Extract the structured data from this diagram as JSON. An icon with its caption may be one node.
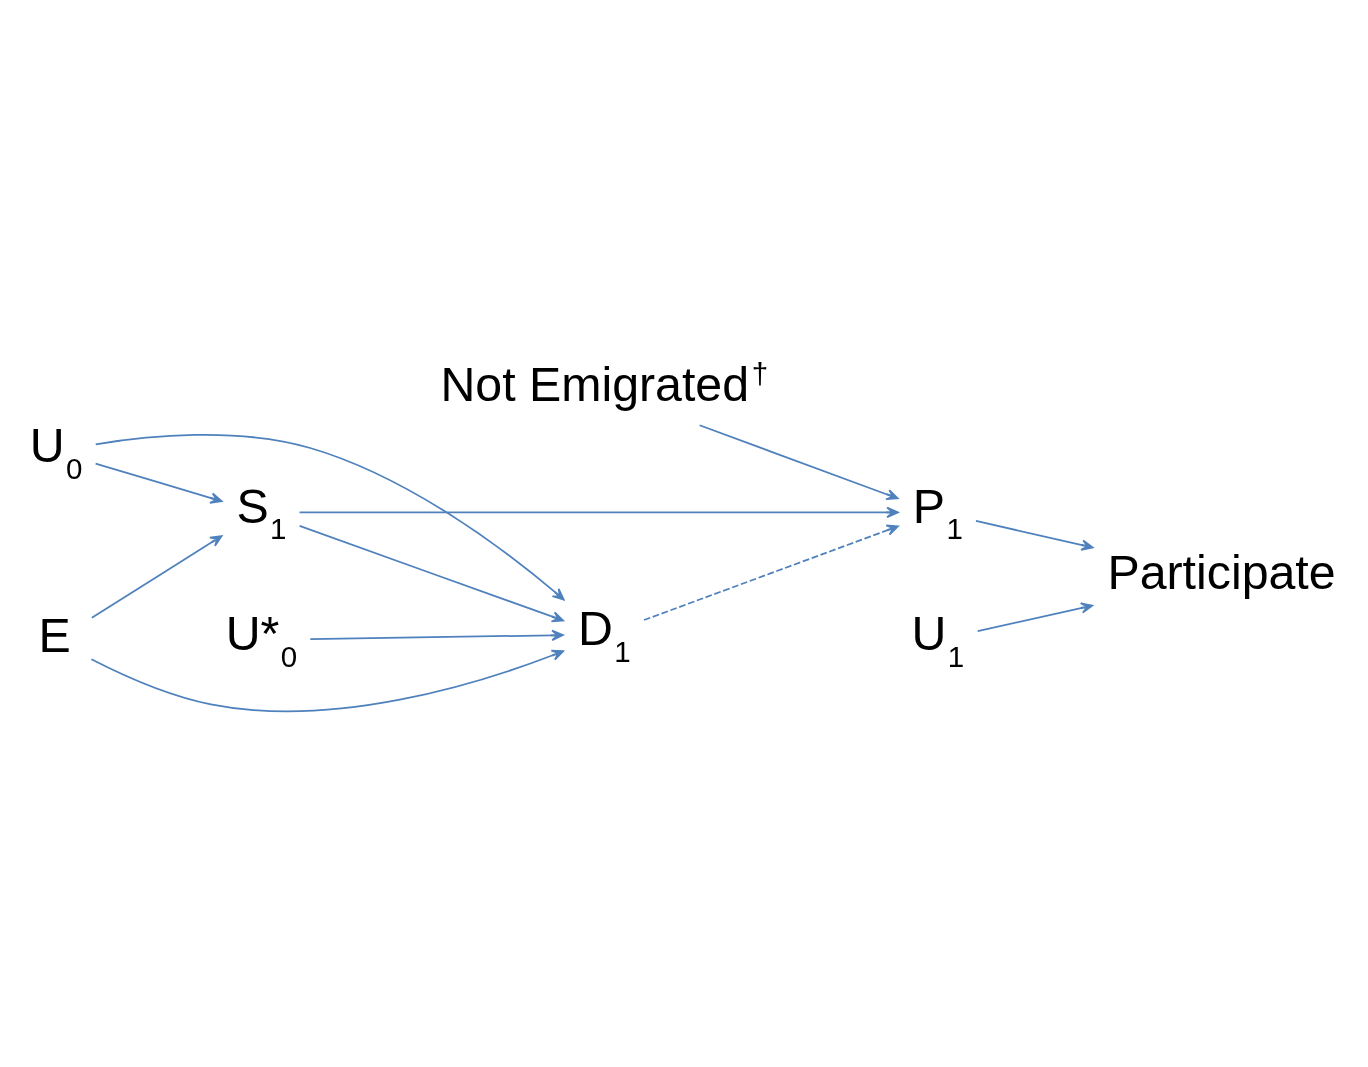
{
  "diagram": {
    "nodes": [
      {
        "text": [
          "Not Emigrated$^{†}$"
        ]
      },
      {
        "text": [
          "U$_{0}$"
        ]
      },
      {
        "text": [
          "S$_{1}$"
        ]
      },
      {
        "text": [
          "P$_{1}$"
        ]
      },
      {
        "text": [
          "E"
        ]
      },
      {
        "text": [
          "D$_{1}$"
        ]
      },
      {
        "text": [
          "Participate"
        ]
      },
      {
        "text": [
          "U$_{1}$"
        ]
      },
      {
        "text": [
          "U*$_{0}$"
        ]
      }
    ],
    "edges": [
      {
        "from": 0,
        "to": 3,
        "arrow": "to"
      },
      {
        "from": 1,
        "to": 2,
        "arrow": "to"
      },
      {
        "from": 1,
        "to": 5,
        "arrow": "to"
      },
      {
        "from": 2,
        "to": 3,
        "arrow": "to"
      },
      {
        "from": 2,
        "to": 5,
        "arrow": "to"
      },
      {
        "from": 4,
        "to": 2,
        "arrow": "to"
      },
      {
        "from": 4,
        "to": 5,
        "arrow": "to"
      },
      {
        "from": 5,
        "to": 3,
        "arrow": "to",
        "style": "dashed"
      },
      {
        "from": 3,
        "to": 6,
        "arrow": "to"
      },
      {
        "from": 7,
        "to": 6,
        "arrow": "to"
      },
      {
        "from": 8,
        "to": 5,
        "arrow": "to"
      }
    ]
  }
}
